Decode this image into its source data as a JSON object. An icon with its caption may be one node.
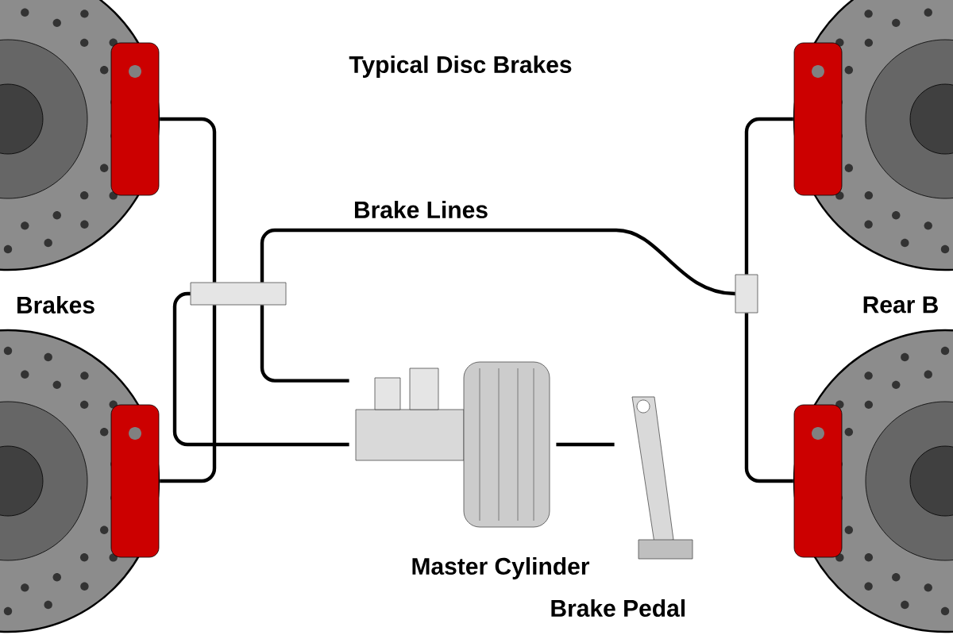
{
  "diagram": {
    "title": "Typical Disc Brakes",
    "nodes": [
      {
        "text": [],
        "shape": "picture"
      },
      {
        "text": [],
        "shape": "picture"
      },
      {
        "text": [],
        "shape": "picture"
      },
      {
        "text": [],
        "shape": "picture"
      },
      {
        "text": [],
        "shape": "box"
      },
      {
        "text": [],
        "shape": "box"
      },
      {
        "text": [],
        "shape": "picture"
      },
      {
        "text": [],
        "shape": "picture"
      }
    ],
    "edges": [
      {
        "from": 0,
        "to": 4,
        "arrow": "none"
      },
      {
        "from": 1,
        "to": 4,
        "arrow": "none"
      },
      {
        "from": 4,
        "to": 6,
        "arrow": "none"
      },
      {
        "from": 4,
        "to": 6,
        "arrow": "none"
      },
      {
        "from": 4,
        "to": 5,
        "arrow": "none"
      },
      {
        "from": 5,
        "to": 2,
        "arrow": "none"
      },
      {
        "from": 5,
        "to": 3,
        "arrow": "none"
      },
      {
        "from": 6,
        "to": 7,
        "arrow": "none"
      }
    ],
    "labels": [
      "Brake Lines",
      "Brakes",
      "Rear B",
      "Master Cylinder",
      "Brake Pedal"
    ]
  }
}
